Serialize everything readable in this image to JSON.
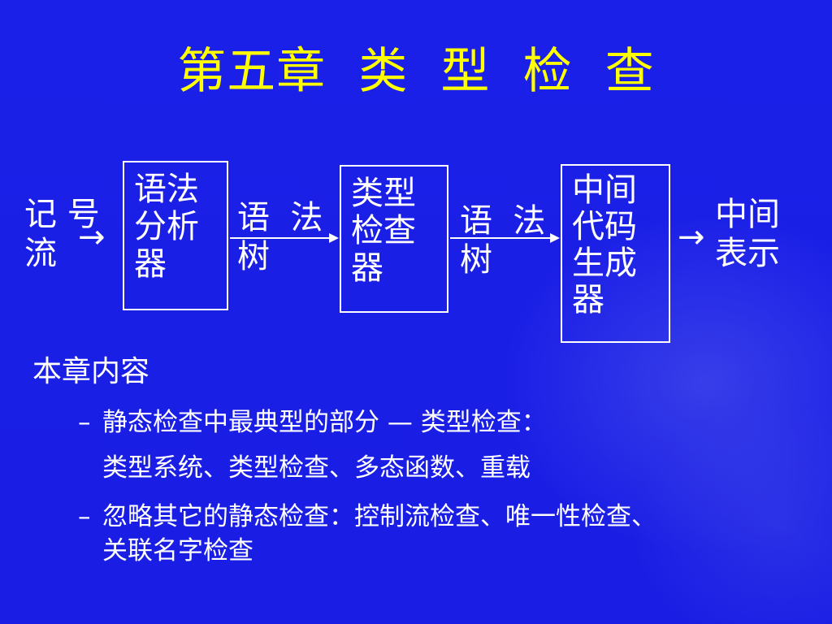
{
  "title": "第五章  类  型  检  查",
  "diagram": {
    "input_label": "记 号\n流",
    "box1": "语法\n分析\n器",
    "tree1": "语  法\n树",
    "box2": "类型\n检查\n器",
    "tree2": "语  法\n树",
    "box3": "中间\n代码\n生成\n器",
    "output_label": "中间\n表示",
    "arrow_glyph": "→"
  },
  "content": {
    "heading": "本章内容",
    "bullet_marker": "–",
    "bullet1_line1": "静态检查中最典型的部分 — 类型检查：",
    "bullet1_line2": "类型系统、类型检查、多态函数、重载",
    "bullet2_line1": "忽略其它的静态检查：控制流检查、唯一性检查、",
    "bullet2_line2": "关联名字检查"
  },
  "colors": {
    "background": "#1a1ee6",
    "title": "#ffff00",
    "text": "#ffffff"
  }
}
